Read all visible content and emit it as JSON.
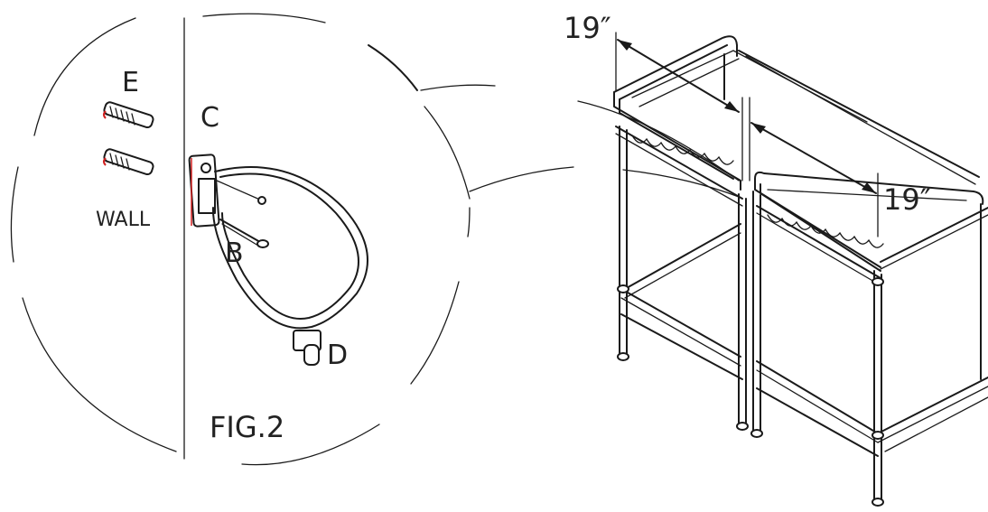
{
  "callouts": {
    "anchor": "E",
    "bracket": "C",
    "screw": "B",
    "strap": "D",
    "wall": "WALL",
    "figure": "FIG.2"
  },
  "dimensions": {
    "width_left": "19″",
    "width_right": "19″"
  },
  "colors": {
    "line": "#1a1a1a",
    "highlight": "#d22020"
  }
}
